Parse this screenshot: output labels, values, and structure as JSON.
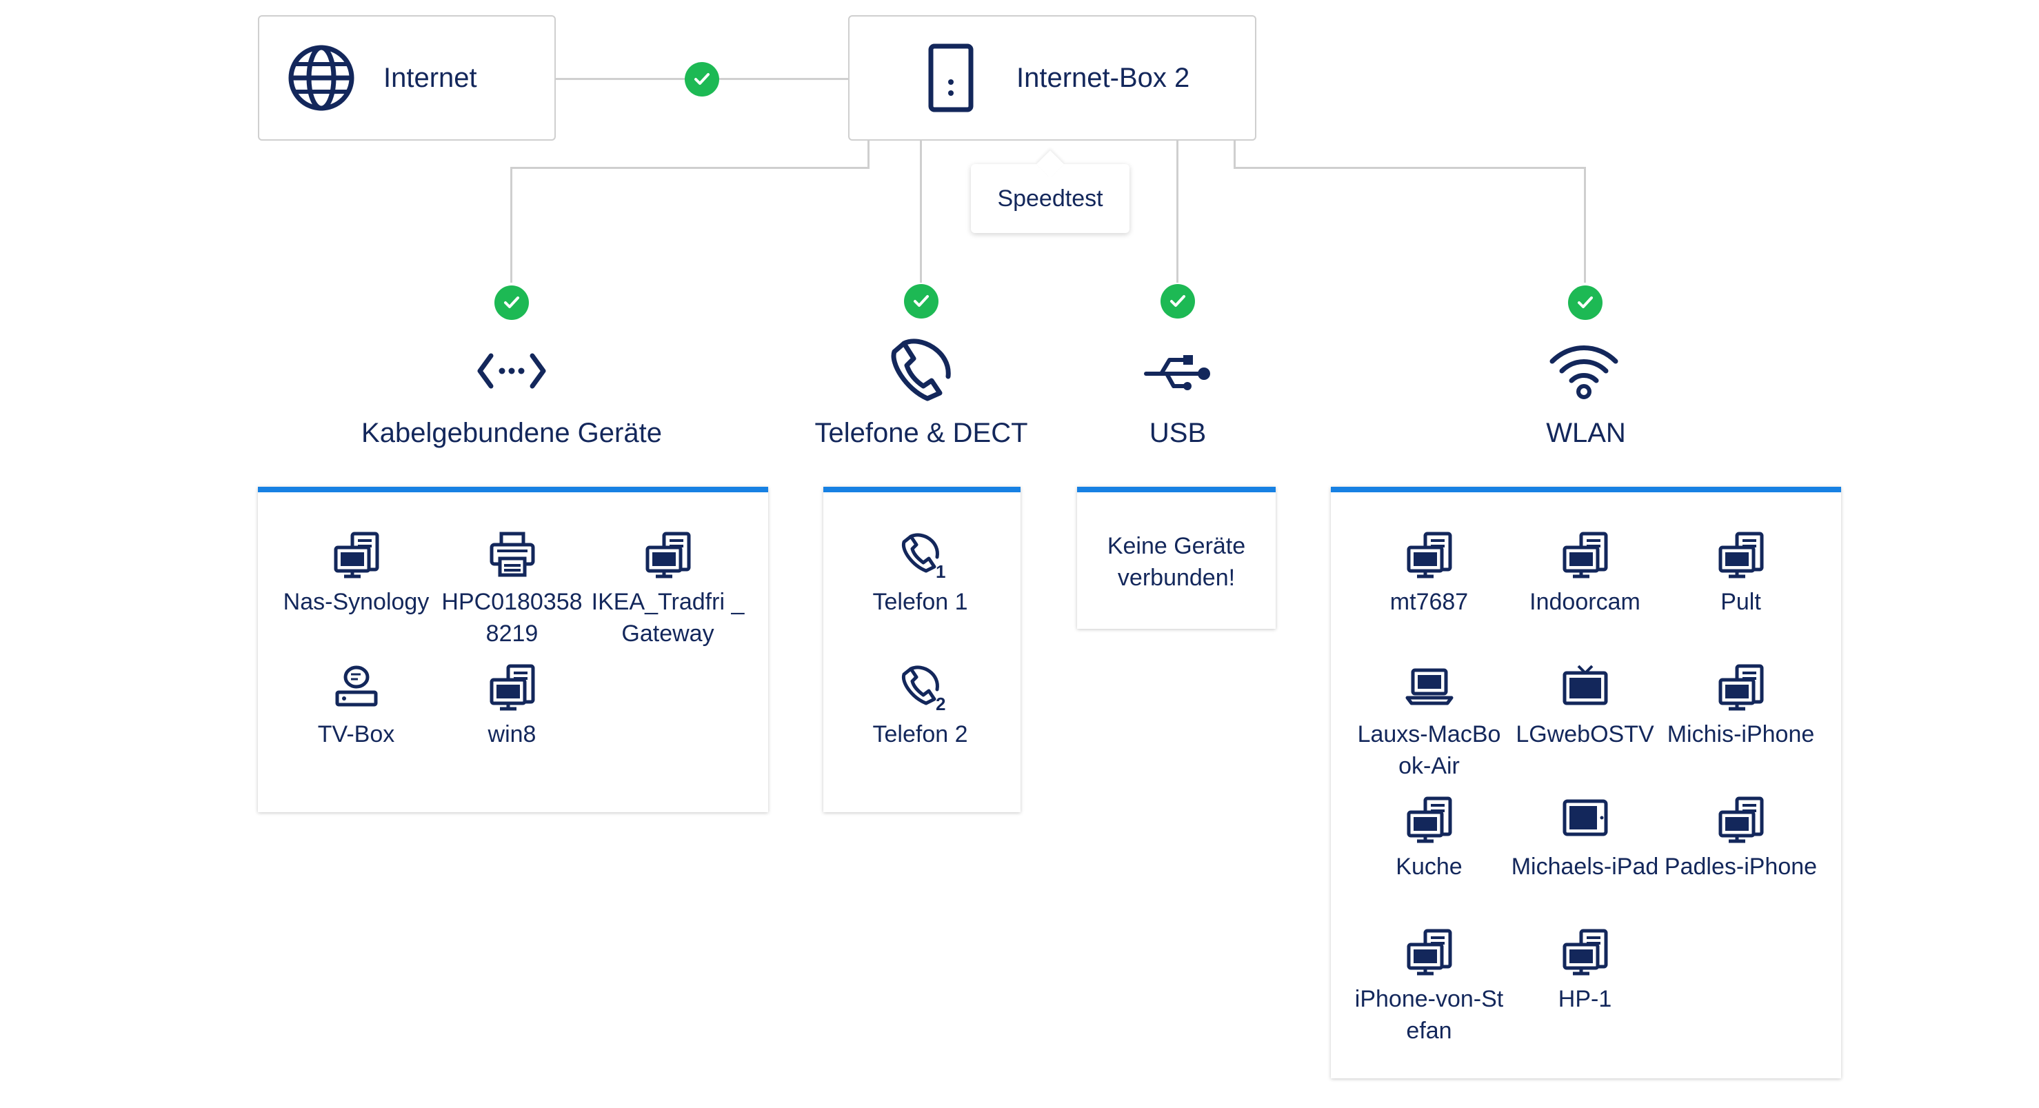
{
  "colors": {
    "accent": "#1781e3",
    "text": "#13275b",
    "ok": "#1db954",
    "line": "#cfcfcf"
  },
  "top": {
    "internet": {
      "label": "Internet",
      "icon": "globe-icon"
    },
    "box": {
      "label": "Internet-Box 2",
      "icon": "router-icon"
    },
    "speedtest_label": "Speedtest"
  },
  "categories": {
    "wired": {
      "label": "Kabelgebundene Geräte",
      "icon": "ethernet-icon",
      "status": "connected"
    },
    "phone": {
      "label": "Telefone & DECT",
      "icon": "phone-icon",
      "status": "connected"
    },
    "usb": {
      "label": "USB",
      "icon": "usb-icon",
      "status": "connected"
    },
    "wlan": {
      "label": "WLAN",
      "icon": "wifi-icon",
      "status": "connected"
    }
  },
  "panels": {
    "wired": [
      {
        "name": "Nas-Synology",
        "icon": "computer-icon"
      },
      {
        "name": "HPC0180358 8219",
        "icon": "printer-icon"
      },
      {
        "name": "IKEA_Tradfri _Gateway",
        "icon": "computer-icon"
      },
      {
        "name": "TV-Box",
        "icon": "tv-box-icon"
      },
      {
        "name": "win8",
        "icon": "computer-icon"
      }
    ],
    "phone": [
      {
        "name": "Telefon 1",
        "icon": "phone-1-icon"
      },
      {
        "name": "Telefon 2",
        "icon": "phone-2-icon"
      }
    ],
    "usb_empty": "Keine Geräte verbunden!",
    "wlan": [
      {
        "name": "mt7687",
        "icon": "computer-icon"
      },
      {
        "name": "Indoorcam",
        "icon": "computer-icon"
      },
      {
        "name": "Pult",
        "icon": "computer-icon"
      },
      {
        "name": "Lauxs-MacBook-Air",
        "icon": "laptop-icon"
      },
      {
        "name": "LGwebOSTV",
        "icon": "tv-icon"
      },
      {
        "name": "Michis-iPhone",
        "icon": "computer-icon"
      },
      {
        "name": "Kuche",
        "icon": "computer-icon"
      },
      {
        "name": "Michaels-iPad",
        "icon": "tablet-icon"
      },
      {
        "name": "Padles-iPhone",
        "icon": "computer-icon"
      },
      {
        "name": "iPhone-von-Stefan",
        "icon": "computer-icon"
      },
      {
        "name": "HP-1",
        "icon": "computer-icon"
      }
    ]
  }
}
